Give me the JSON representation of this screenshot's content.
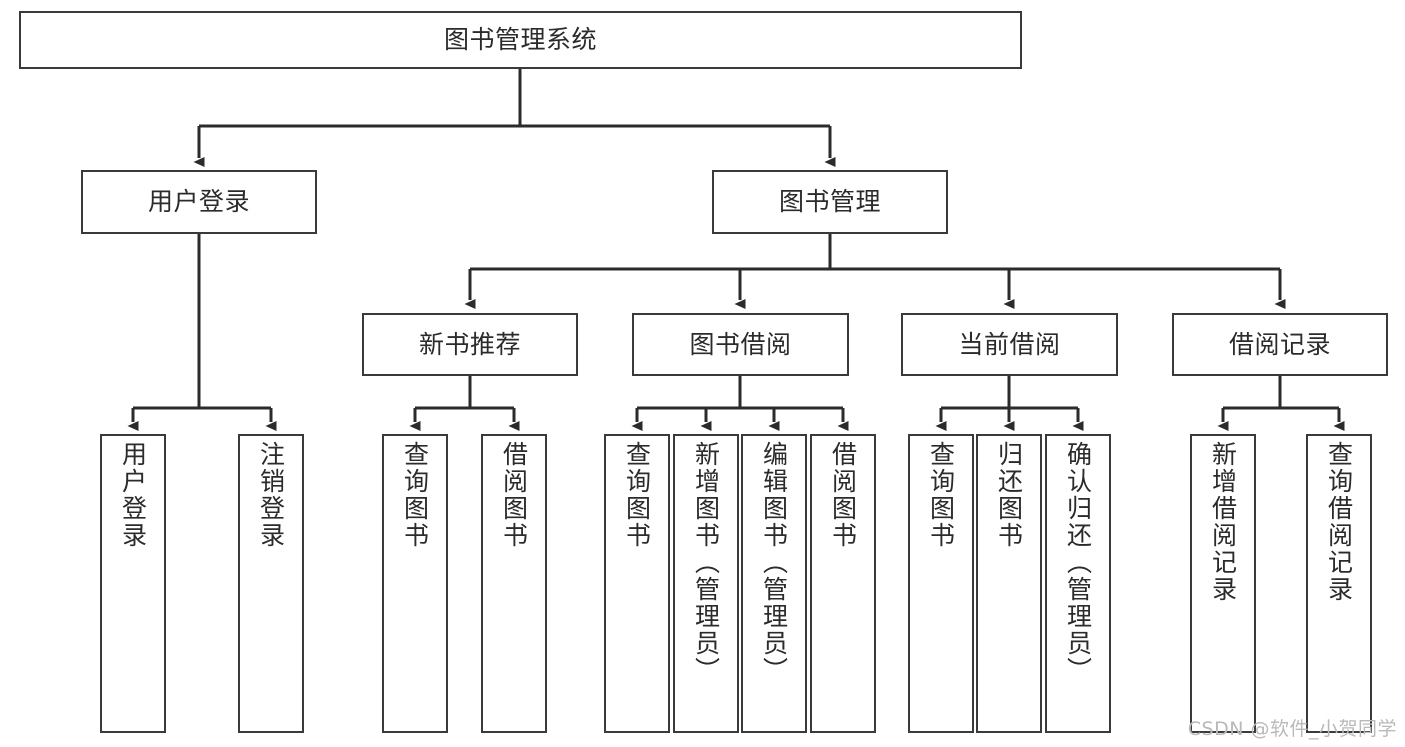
{
  "diagram": {
    "type": "tree",
    "title": "图书管理系统",
    "root": {
      "id": "root",
      "label": "图书管理系统"
    },
    "level2": [
      {
        "id": "user-login",
        "label": "用户登录"
      },
      {
        "id": "book-manage",
        "label": "图书管理"
      }
    ],
    "level3": [
      {
        "id": "new-book-rec",
        "label": "新书推荐",
        "parent": "book-manage"
      },
      {
        "id": "book-borrow",
        "label": "图书借阅",
        "parent": "book-manage"
      },
      {
        "id": "current-borrow",
        "label": "当前借阅",
        "parent": "book-manage"
      },
      {
        "id": "borrow-record",
        "label": "借阅记录",
        "parent": "book-manage"
      }
    ],
    "leaves": [
      {
        "id": "leaf-user-login",
        "label": "用户登录",
        "parent": "user-login"
      },
      {
        "id": "leaf-logout",
        "label": "注销登录",
        "parent": "user-login"
      },
      {
        "id": "leaf-query-book-1",
        "label": "查询图书",
        "parent": "new-book-rec"
      },
      {
        "id": "leaf-borrow-book-1",
        "label": "借阅图书",
        "parent": "new-book-rec"
      },
      {
        "id": "leaf-query-book-2",
        "label": "查询图书",
        "parent": "book-borrow"
      },
      {
        "id": "leaf-add-book",
        "label": "新增图书（管理员）",
        "parent": "book-borrow"
      },
      {
        "id": "leaf-edit-book",
        "label": "编辑图书（管理员）",
        "parent": "book-borrow"
      },
      {
        "id": "leaf-borrow-book-2",
        "label": "借阅图书",
        "parent": "book-borrow"
      },
      {
        "id": "leaf-query-book-3",
        "label": "查询图书",
        "parent": "current-borrow"
      },
      {
        "id": "leaf-return-book",
        "label": "归还图书",
        "parent": "current-borrow"
      },
      {
        "id": "leaf-confirm-return",
        "label": "确认归还（管理员）",
        "parent": "current-borrow"
      },
      {
        "id": "leaf-add-record",
        "label": "新增借阅记录",
        "parent": "borrow-record"
      },
      {
        "id": "leaf-query-record",
        "label": "查询借阅记录",
        "parent": "borrow-record"
      }
    ]
  },
  "watermark": {
    "text": "CSDN @软件_小贺同学"
  },
  "colors": {
    "border": "#3a3a3a",
    "text": "#2b2b2b",
    "background": "#ffffff",
    "watermark": "#b9b9b9"
  }
}
